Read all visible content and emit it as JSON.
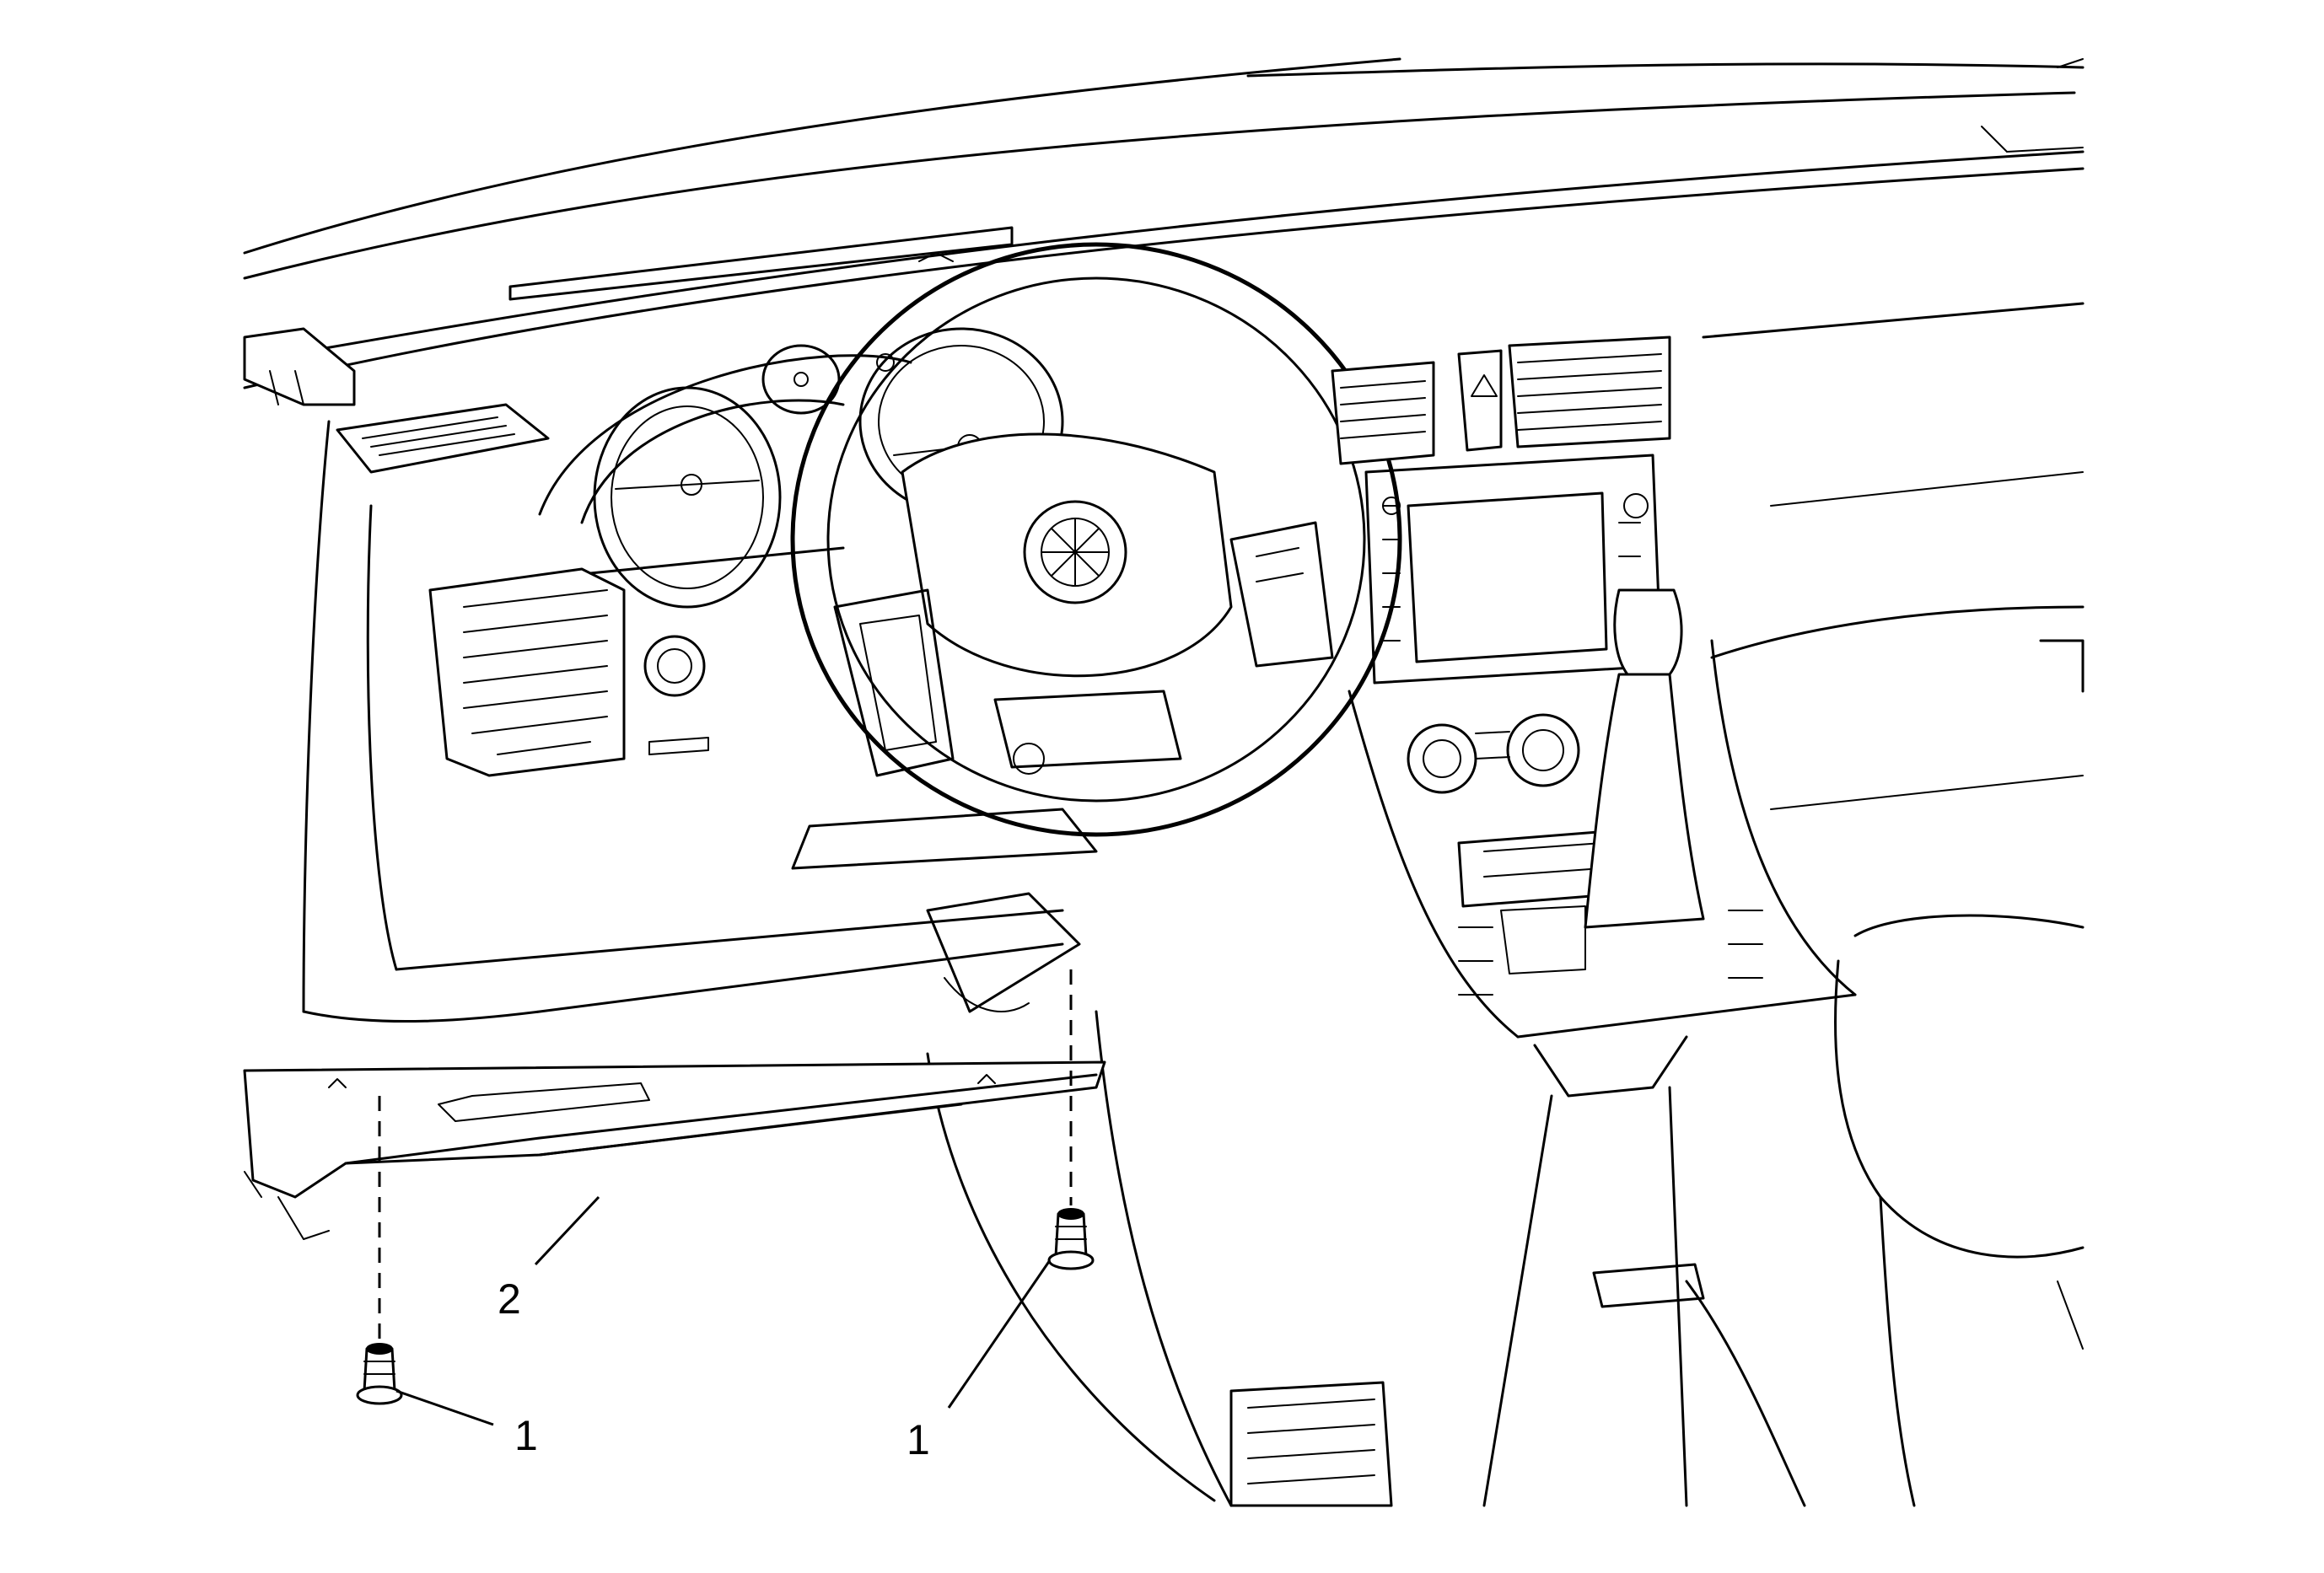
{
  "callouts": [
    {
      "label": "1"
    },
    {
      "label": "1"
    },
    {
      "label": "2"
    }
  ]
}
